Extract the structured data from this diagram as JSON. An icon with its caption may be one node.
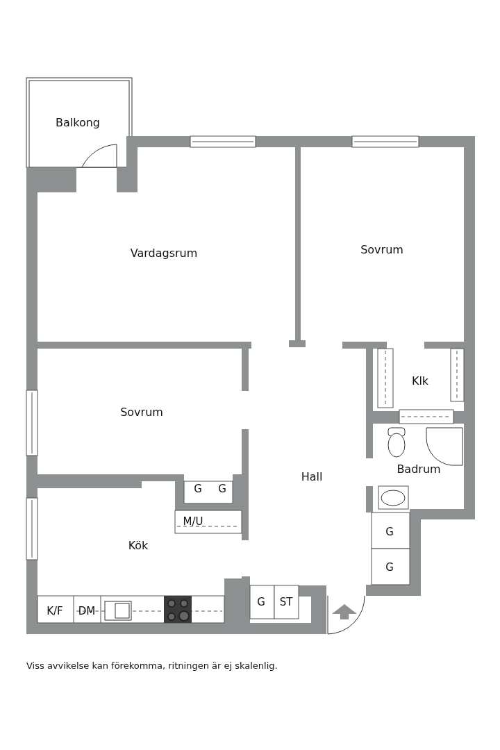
{
  "diagram": {
    "caption": "Viss avvikelse kan förekomma, ritningen är ej skalenlig.",
    "labels": [
      "Balkong",
      "Vardagsrum",
      "Sovrum",
      "Klk",
      "Sovrum",
      "Badrum",
      "G",
      "G",
      "Hall",
      "M/U",
      "G",
      "Kök",
      "G",
      "G",
      "ST",
      "K/F",
      "DM"
    ]
  }
}
